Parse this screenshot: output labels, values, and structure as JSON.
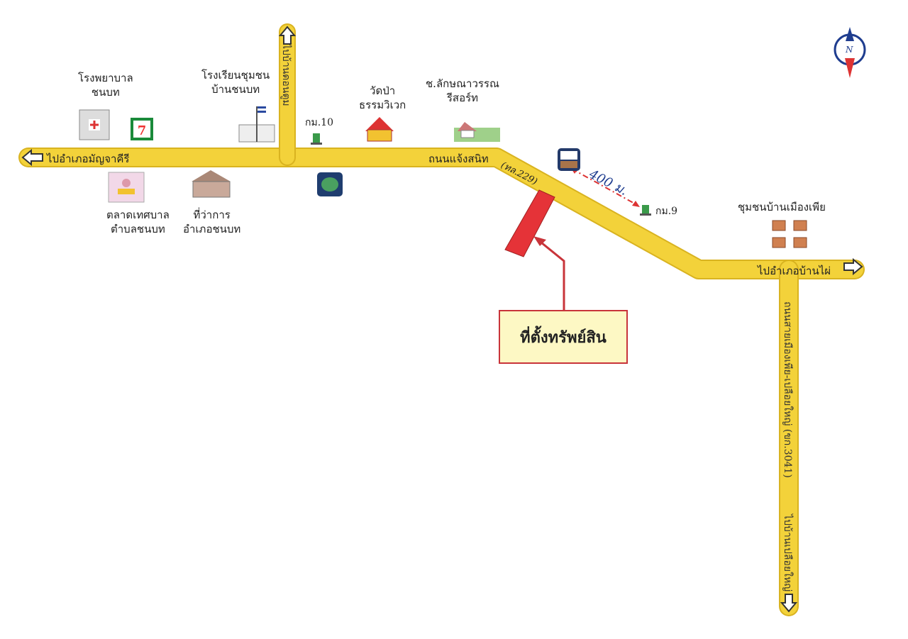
{
  "landmarks": {
    "hospital": "โรงพยาบาล\nชนบท",
    "school": "โรงเรียนชุมชน\nบ้านชนบท",
    "temple": "วัดป่า\nธรรมวิเวก",
    "resort": "ช.ลักษณาวรรณ\nรีสอร์ท",
    "market": "ตลาดเทศบาล\nตำบลชนบท",
    "district_office": "ที่ว่าการ\nอำเภอชนบท",
    "community": "ชุมชนบ้านเมืองเพีย",
    "km10": "กม.10",
    "km9": "กม.9"
  },
  "roads": {
    "to_west": "ไปอำเภอมัญจาคีรี",
    "to_north": "ไปบ้านดอนตูม",
    "main_road": "ถนนแจ้งสนิท",
    "main_road_code": "(ทล.229)",
    "to_east": "ไปอำเภอบ้านไผ่",
    "south_road": "ถนนสายเมืองเพีย-เปลือยใหญ่ (ขก.3041)",
    "to_south": "ไปบ้านเปลือยใหญ่"
  },
  "distance": "400 ม.",
  "property_label": "ที่ตั้งทรัพย์สิน",
  "compass": "N",
  "colors": {
    "road": "#f3d23a",
    "road_edge": "#d9b320",
    "property": "#e53338",
    "callout_bg": "#fdf8c4",
    "distance": "#1f3d8f"
  }
}
